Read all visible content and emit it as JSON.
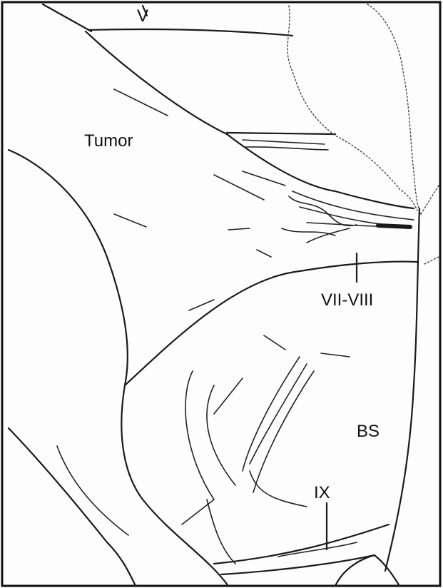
{
  "labels": {
    "v": "V",
    "tumor": "Tumor",
    "vii_viii": "VII-VIII",
    "bs": "BS",
    "ix": "IX"
  }
}
